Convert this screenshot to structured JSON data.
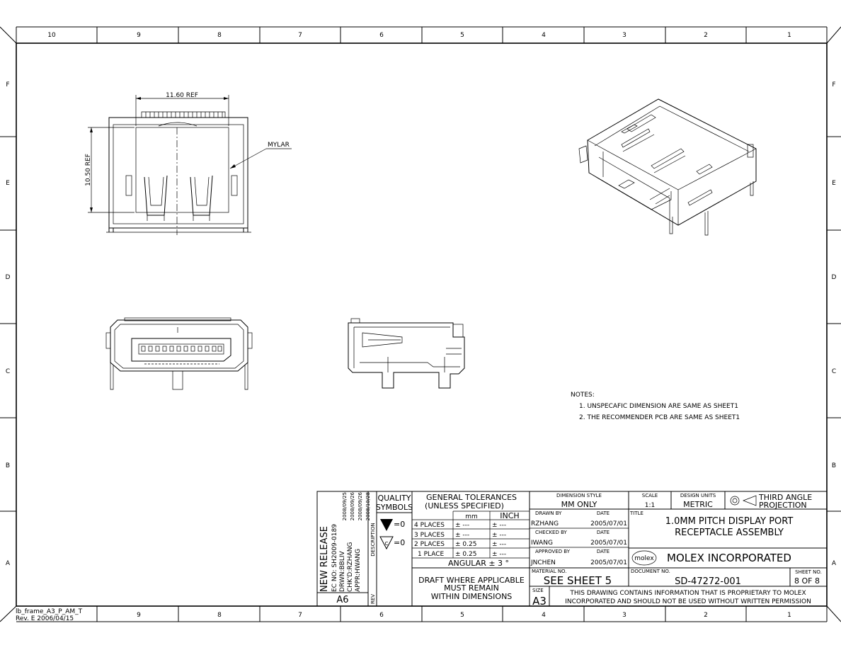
{
  "frame": {
    "columns_top": [
      "10",
      "9",
      "8",
      "7",
      "6",
      "5",
      "4",
      "3",
      "2",
      "1"
    ],
    "columns_bottom": [
      "9",
      "8",
      "7",
      "6",
      "5",
      "4",
      "3",
      "2",
      "1"
    ],
    "rows": [
      "F",
      "E",
      "D",
      "C",
      "B",
      "A"
    ],
    "frame_name": "lb_frame_A3_P_AM_T",
    "frame_rev": "Rev. E 2006/04/15"
  },
  "top_view": {
    "width_dim": "11.60 REF",
    "height_dim": "10.50 REF",
    "callout": "MYLAR"
  },
  "notes": {
    "heading": "NOTES:",
    "items": [
      "1. UNSPECAFIC DIMENSION ARE SAME AS SHEET1",
      "2. THE RECOMMENDER PCB ARE SAME AS SHEET1"
    ]
  },
  "revision": {
    "lines": [
      {
        "left": "NEW RELEASE",
        "right": ""
      },
      {
        "left": "EC NO: SH2009-0189",
        "right": "2008/09/25"
      },
      {
        "left": "DRWN:BBLIV",
        "right": "2008/09/26"
      },
      {
        "left": "CHK'D:RZHANG",
        "right": "2008/09/26"
      },
      {
        "left": "APPR:HWANG",
        "right": "2008/10/28"
      }
    ],
    "description_label": "DESCRIPTION",
    "rev_label": "REV",
    "rev": "A6"
  },
  "quality": {
    "label_1": "QUALITY",
    "label_2": "SYMBOLS",
    "sym1_value": "=0",
    "sym2_value": "=0"
  },
  "tolerances": {
    "title_1": "GENERAL TOLERANCES",
    "title_2": "(UNLESS SPECIFIED)",
    "col_mm": "mm",
    "col_inch": "INCH",
    "rows": [
      {
        "label": "4 PLACES",
        "mm": "± ---",
        "inch": "± ---"
      },
      {
        "label": "3 PLACES",
        "mm": "± ---",
        "inch": "± ---"
      },
      {
        "label": "2 PLACES",
        "mm": "± 0.25",
        "inch": "± ---"
      },
      {
        "label": "1 PLACE",
        "mm": "± 0.25",
        "inch": "± ---"
      }
    ],
    "angular": "ANGULAR ± 3 °",
    "draft_1": "DRAFT WHERE APPLICABLE",
    "draft_2": "MUST REMAIN",
    "draft_3": "WITHIN DIMENSIONS"
  },
  "title_block": {
    "dim_style_label": "DIMENSION STYLE",
    "dim_style": "MM ONLY",
    "scale_label": "SCALE",
    "scale": "1:1",
    "units_label": "DESIGN UNITS",
    "units": "METRIC",
    "projection_1": "THIRD ANGLE",
    "projection_2": "PROJECTION",
    "drawn_by_label": "DRAWN BY",
    "drawn_by": "RZHANG",
    "drawn_date": "2005/07/01",
    "checked_by_label": "CHECKED BY",
    "checked_by": "IWANG",
    "checked_date": "2005/07/01",
    "approved_by_label": "APPROVED BY",
    "approved_by": "JNCHEN",
    "approved_date": "2005/07/01",
    "date_label": "DATE",
    "title_label": "TITLE",
    "title_1": "1.0MM PITCH DISPLAY PORT",
    "title_2": "RECEPTACLE ASSEMBLY",
    "logo": "molex",
    "company": "MOLEX INCORPORATED",
    "material_label": "MATERIAL NO.",
    "material": "SEE SHEET 5",
    "document_label": "DOCUMENT NO.",
    "document": "SD-47272-001",
    "sheet_label": "SHEET NO.",
    "sheet": "8 OF 8",
    "size_label": "SIZE",
    "size": "A3",
    "proprietary_1": "THIS DRAWING CONTAINS INFORMATION THAT IS PROPRIETARY TO MOLEX",
    "proprietary_2": "INCORPORATED AND SHOULD NOT BE USED WITHOUT WRITTEN PERMISSION"
  }
}
